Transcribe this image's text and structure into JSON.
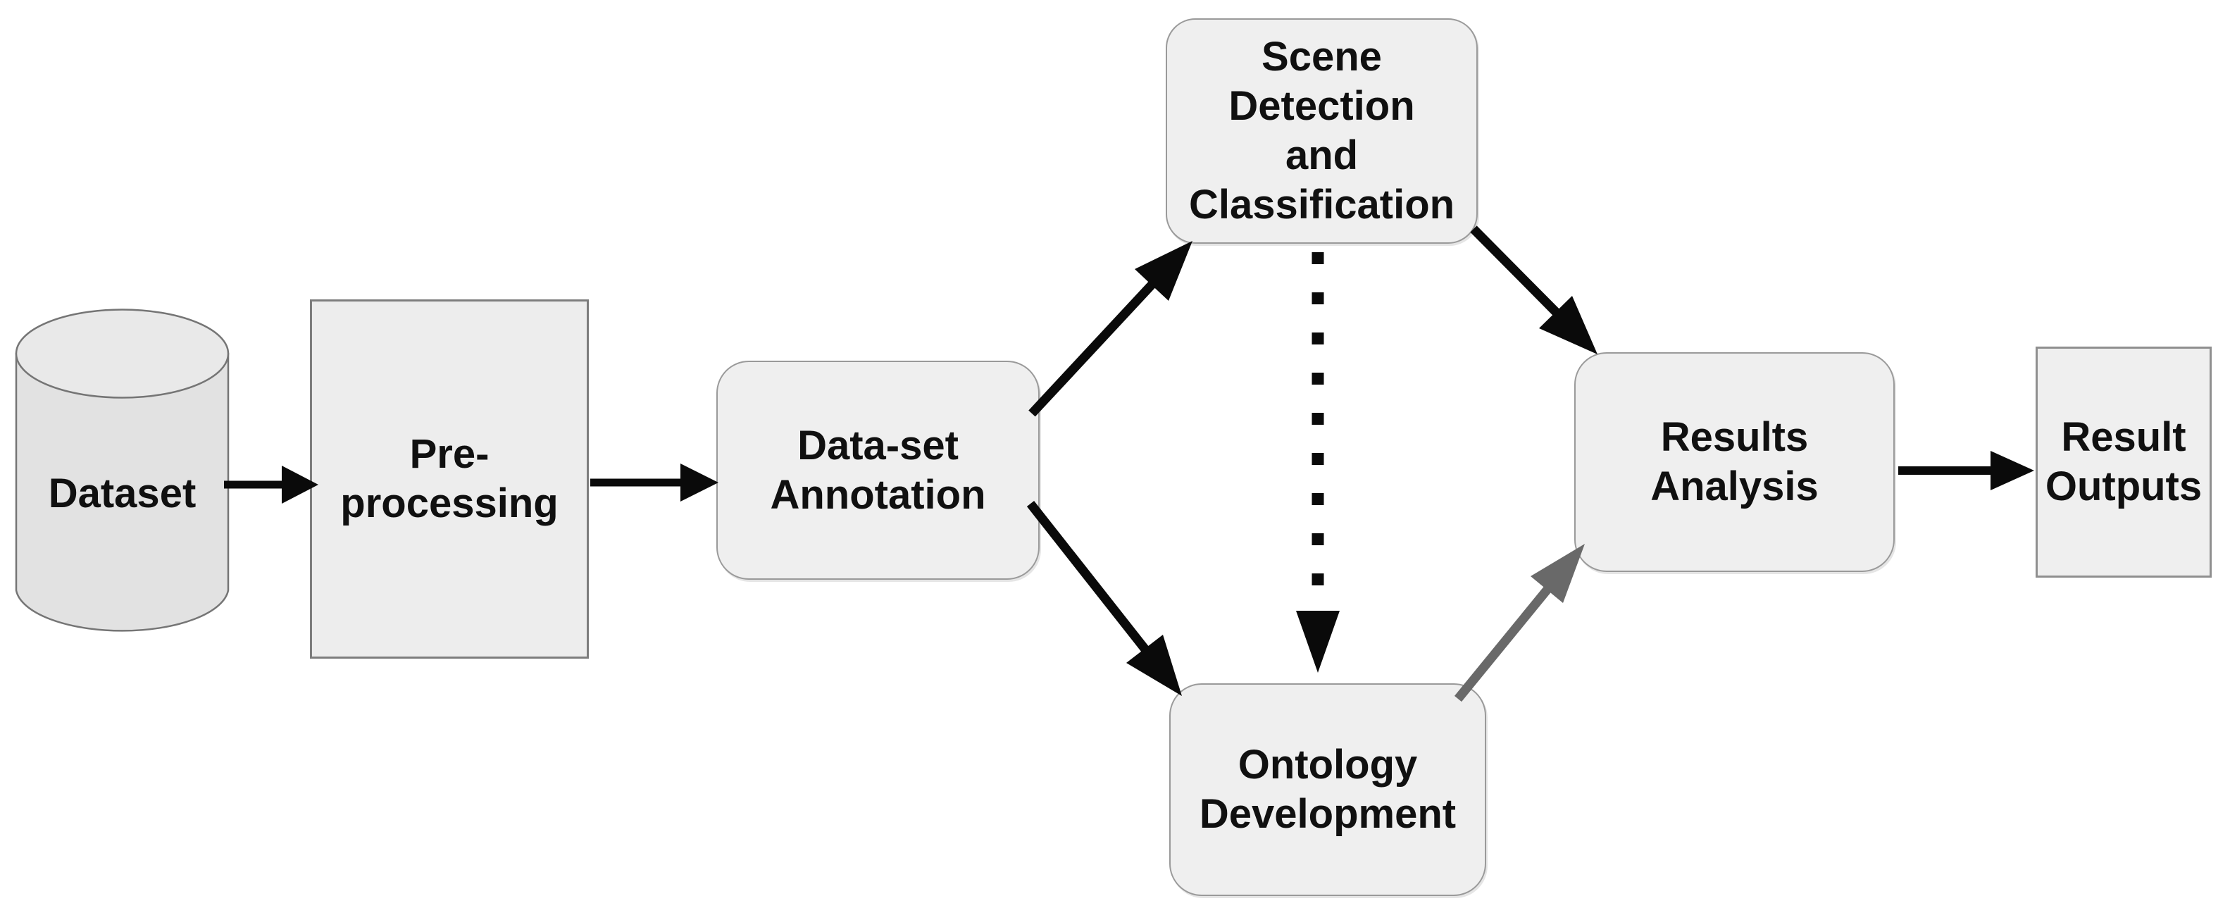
{
  "diagram": {
    "type": "flowchart",
    "nodes": {
      "dataset": {
        "shape": "cylinder",
        "lines": [
          "Dataset"
        ]
      },
      "preprocessing": {
        "shape": "rectangle",
        "lines": [
          "Pre-",
          "processing"
        ]
      },
      "annotation": {
        "shape": "rounded",
        "lines": [
          "Data-set",
          "Annotation"
        ]
      },
      "scene": {
        "shape": "rounded",
        "lines": [
          "Scene",
          "Detection",
          "and",
          "Classification"
        ]
      },
      "ontology": {
        "shape": "rounded",
        "lines": [
          "Ontology",
          "Development"
        ]
      },
      "results": {
        "shape": "rounded",
        "lines": [
          "Results",
          "Analysis"
        ]
      },
      "outputs": {
        "shape": "rectangle",
        "lines": [
          "Result",
          "Outputs"
        ]
      }
    },
    "edges": [
      {
        "from": "dataset",
        "to": "preprocessing",
        "style": "solid",
        "color": "#0a0a0a"
      },
      {
        "from": "preprocessing",
        "to": "annotation",
        "style": "solid",
        "color": "#0a0a0a"
      },
      {
        "from": "annotation",
        "to": "scene",
        "style": "solid",
        "color": "#0a0a0a"
      },
      {
        "from": "annotation",
        "to": "ontology",
        "style": "solid",
        "color": "#0a0a0a"
      },
      {
        "from": "scene",
        "to": "ontology",
        "style": "dotted",
        "color": "#0a0a0a"
      },
      {
        "from": "scene",
        "to": "results",
        "style": "solid",
        "color": "#0a0a0a"
      },
      {
        "from": "ontology",
        "to": "results",
        "style": "solid",
        "color": "#696969"
      },
      {
        "from": "results",
        "to": "outputs",
        "style": "solid",
        "color": "#0a0a0a"
      }
    ],
    "colors": {
      "background": "#ffffff",
      "node_fill": "#efefef",
      "node_border": "#9a9a9a",
      "rect_fill": "#ededed",
      "rect_border": "#7d7d7d",
      "cylinder_fill": "#e2e2e2",
      "cylinder_border": "#757575",
      "text": "#101010",
      "arrow_black": "#0a0a0a",
      "arrow_gray": "#696969"
    }
  }
}
